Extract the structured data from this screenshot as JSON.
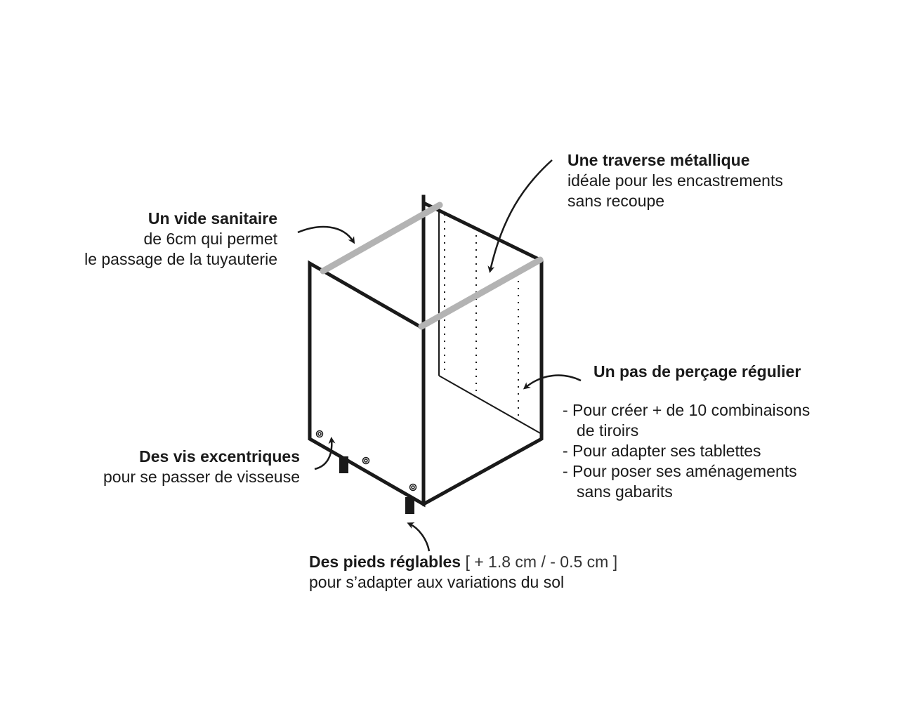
{
  "colors": {
    "outline": "#1a1a1a",
    "rail": "#b3b3b3",
    "background": "#ffffff"
  },
  "annotations": {
    "traverse": {
      "title": "Une traverse métallique",
      "lines": [
        "idéale pour les encastrements",
        "sans recoupe"
      ]
    },
    "vide_sanitaire": {
      "title": "Un vide sanitaire",
      "lines": [
        "de 6cm qui permet",
        "le passage de la tuyauterie"
      ]
    },
    "percage": {
      "title": "Un pas de perçage régulier",
      "items": [
        {
          "text": "- Pour créer + de 10 combinaisons",
          "cont": "de tiroirs"
        },
        {
          "text": "- Pour adapter ses tablettes",
          "cont": ""
        },
        {
          "text": "- Pour poser ses aménagements",
          "cont": "sans gabarits"
        }
      ]
    },
    "vis": {
      "title": "Des vis excentriques",
      "lines": [
        "pour se passer de visseuse"
      ]
    },
    "pieds": {
      "title": "Des pieds réglables",
      "range": "[ + 1.8 cm / - 0.5 cm ]",
      "lines": [
        "pour s’adapter aux variations du sol"
      ]
    }
  },
  "icons": [
    "cabinet-illustration",
    "arrow-icon",
    "screw-icon",
    "foot-icon"
  ]
}
